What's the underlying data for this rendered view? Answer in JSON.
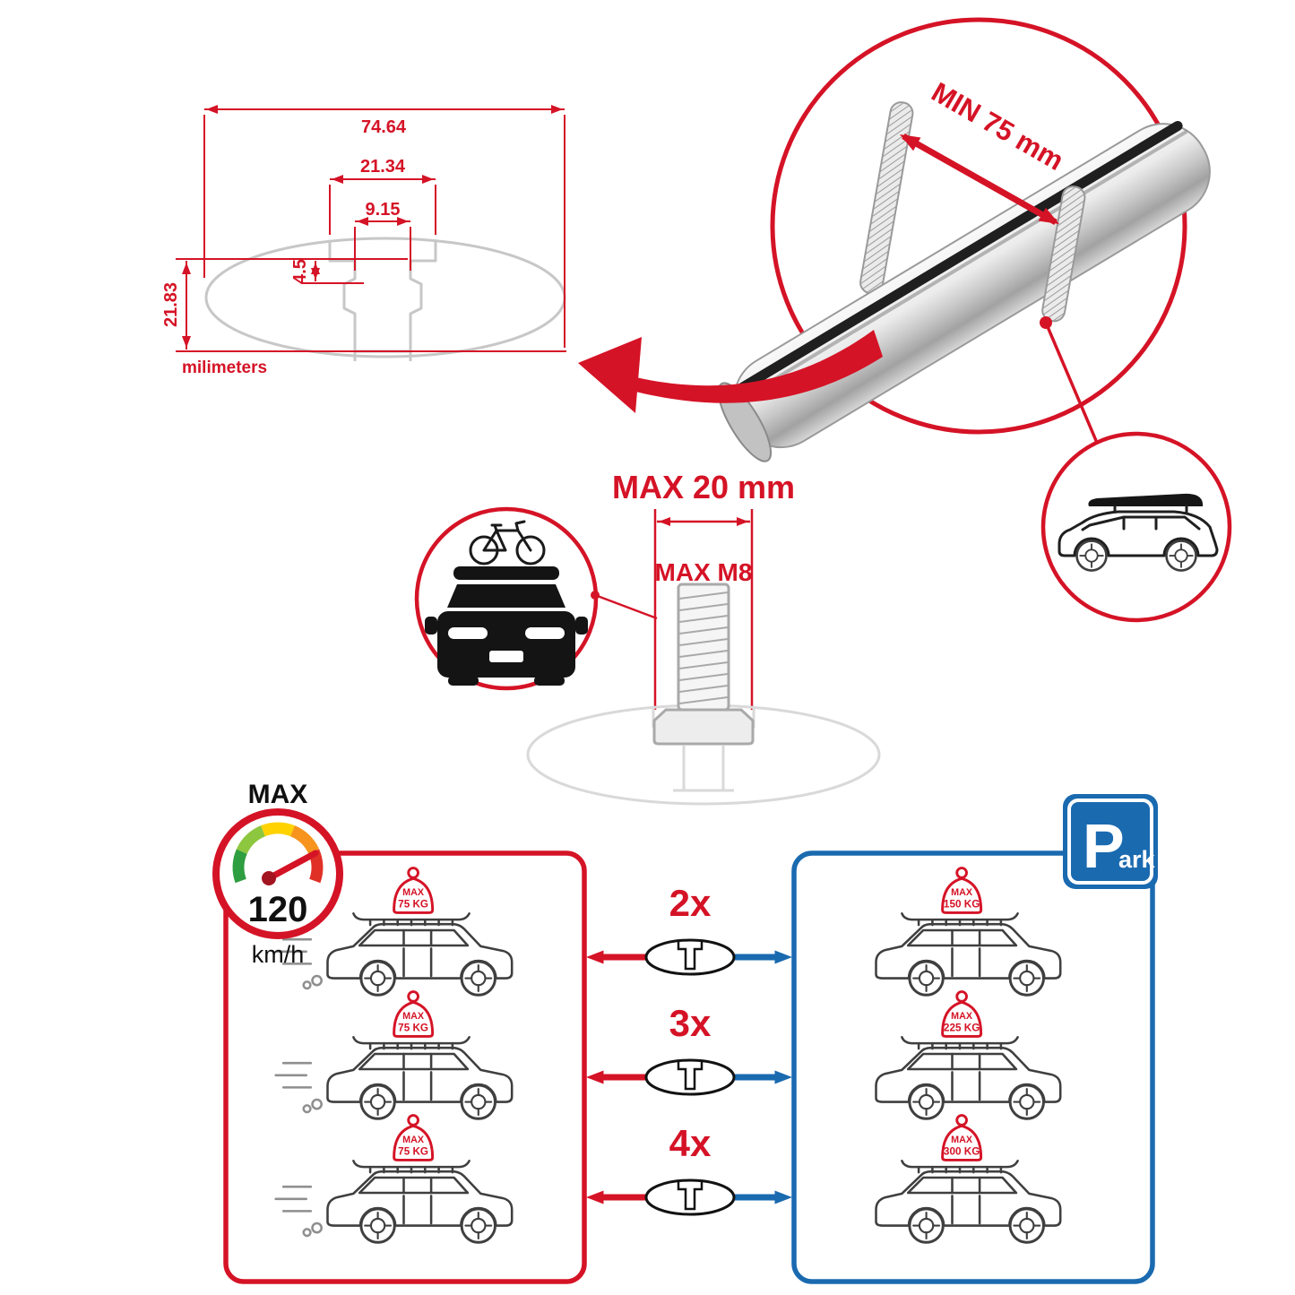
{
  "colors": {
    "accent_red": "#d51326",
    "parking_blue": "#1a6ab0",
    "profile_gray": "#c7c7c7",
    "lineart_dark": "#3f3f3f"
  },
  "icons": {
    "speedometer-icon": "gauge-dial",
    "parking-sign-icon": "P-square",
    "car-front-icon": "car-front-silhouette",
    "bicycle-icon": "bicycle-outline",
    "roofbox-suv-icon": "suv-with-roofbox",
    "crossbar-profile-icon": "aero-bar-cross-section"
  },
  "cross_section": {
    "dim_total_width": "74.64",
    "dim_mid_width": "21.34",
    "dim_small_width": "9.15",
    "dim_step_height": "4.5",
    "dim_total_height": "21.83",
    "units_label": "milimeters"
  },
  "bar_inset": {
    "min_spacing": "MIN 75 mm"
  },
  "bolt_spec": {
    "max_width": "MAX 20 mm",
    "max_thread": "MAX M8"
  },
  "speed_limit": {
    "label": "MAX",
    "value": "120",
    "unit": "km/h"
  },
  "capacity_moving": {
    "cars": [
      {
        "tag_label": "MAX",
        "tag_weight": "75 KG"
      },
      {
        "tag_label": "MAX",
        "tag_weight": "75 KG"
      },
      {
        "tag_label": "MAX",
        "tag_weight": "75 KG"
      }
    ]
  },
  "capacity_parked": {
    "sign_p": "P",
    "sign_suffix": "ark",
    "cars": [
      {
        "tag_label": "MAX",
        "tag_weight": "150 KG"
      },
      {
        "tag_label": "MAX",
        "tag_weight": "225 KG"
      },
      {
        "tag_label": "MAX",
        "tag_weight": "300 KG"
      }
    ]
  },
  "bar_counts": [
    {
      "label": "2x"
    },
    {
      "label": "3x"
    },
    {
      "label": "4x"
    }
  ]
}
